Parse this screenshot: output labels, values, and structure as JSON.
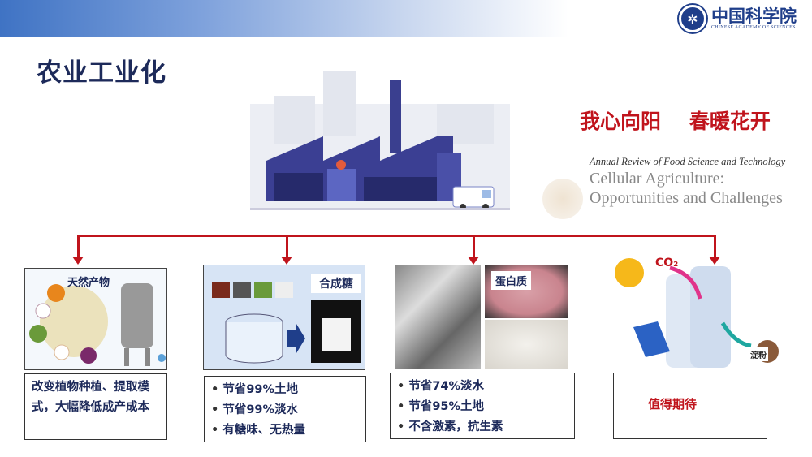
{
  "header": {
    "title": "农业工业化",
    "logo_cn": "中国科学院",
    "logo_en": "CHINESE ACADEMY OF SCIENCES"
  },
  "slogan": "我心向阳    春暖花开",
  "paper": {
    "journal": "Annual Review of Food Science and Technology",
    "title_line1": "Cellular Agriculture:",
    "title_line2": "Opportunities and Challenges"
  },
  "panels": [
    {
      "image_label": "天然产物",
      "text": "改变植物种植、提取模式，大幅降低成产成本"
    },
    {
      "image_label": "合成糖",
      "bullets": [
        "节省99%土地",
        "节省99%淡水",
        "有糖味、无热量"
      ]
    },
    {
      "image_label": "蛋白质",
      "bullets": [
        "节省74%淡水",
        "节省95%土地",
        "不含激素，抗生素"
      ]
    },
    {
      "image_labels": {
        "co2": "CO₂",
        "starch": "淀粉"
      },
      "text": "值得期待"
    }
  ],
  "colors": {
    "accent_red": "#c0141c",
    "navy": "#1d2a5a",
    "brand_blue": "#1f3e8a"
  }
}
